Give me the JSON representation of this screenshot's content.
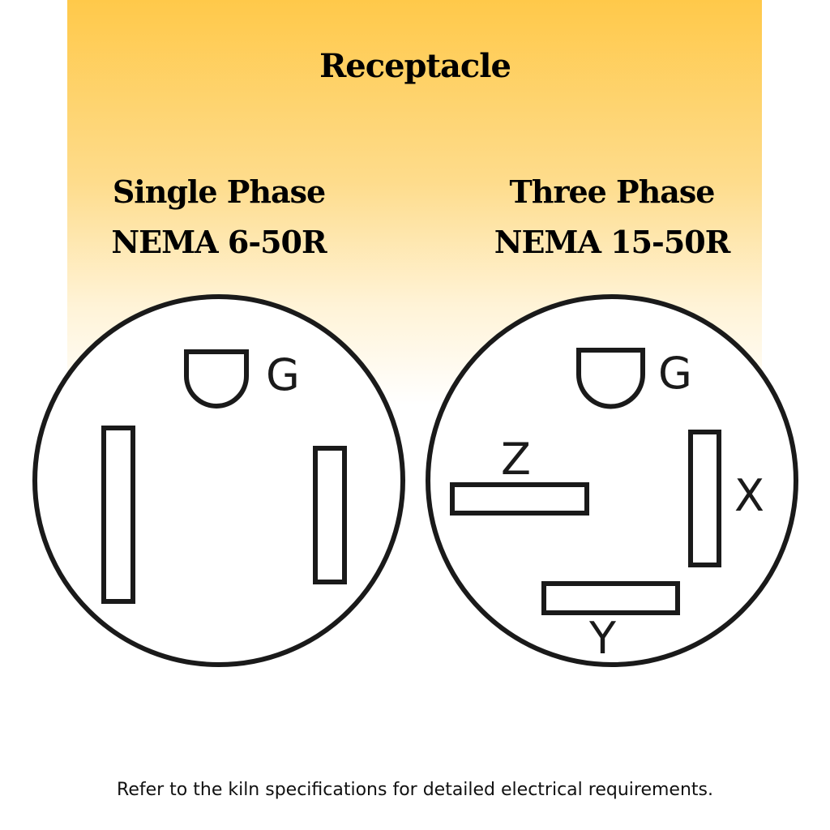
{
  "title": "Receptacle",
  "single": {
    "line1": "Single Phase",
    "line2": "NEMA 6-50R",
    "ground_label": "G"
  },
  "three": {
    "line1": "Three Phase",
    "line2": "NEMA 15-50R",
    "ground_label": "G",
    "z_label": "Z",
    "x_label": "X",
    "y_label": "Y"
  },
  "footer": "Refer to the kiln specifications for detailed electrical requirements.",
  "colors": {
    "gradient_top": "#FFC94A",
    "stroke": "#1a1a1a"
  }
}
